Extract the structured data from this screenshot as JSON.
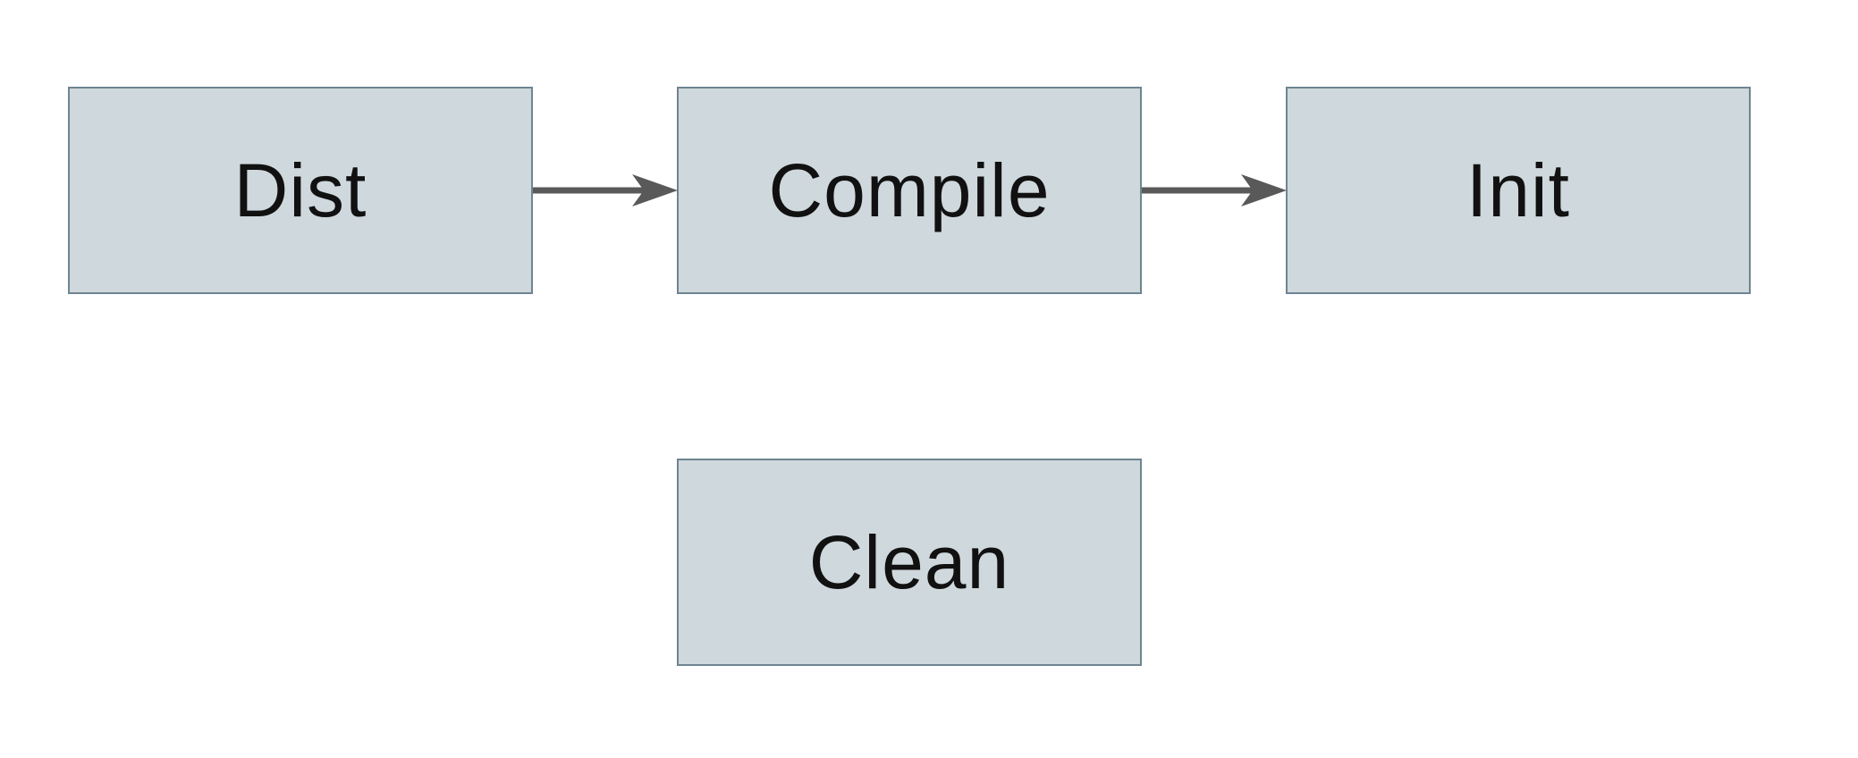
{
  "diagram": {
    "type": "flowchart",
    "background": "#ffffff",
    "colors": {
      "node_fill": "#cfd8dc",
      "node_border": "#6e8591",
      "arrow_color": "#595959",
      "label_color": "#111111"
    },
    "nodes": [
      {
        "id": "dist",
        "label": "Dist"
      },
      {
        "id": "compile",
        "label": "Compile"
      },
      {
        "id": "init",
        "label": "Init"
      },
      {
        "id": "clean",
        "label": "Clean"
      }
    ],
    "edges": [
      {
        "from": "Dist",
        "to": "Compile",
        "direction": "right"
      },
      {
        "from": "Compile",
        "to": "Init",
        "direction": "right"
      }
    ]
  }
}
